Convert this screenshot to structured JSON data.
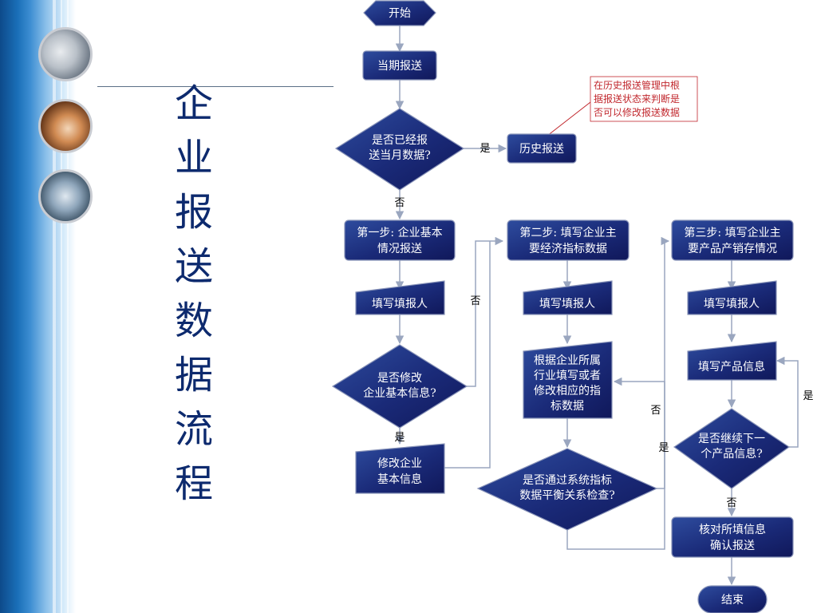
{
  "title_chars": [
    "企",
    "业",
    "报",
    "送",
    "数",
    "据",
    "流",
    "程"
  ],
  "nodes": {
    "start": "开始",
    "current_report": "当期报送",
    "decision_reported": [
      "是否已经报",
      "送当月数据?"
    ],
    "history": "历史报送",
    "comment": [
      "在历史报送管理中根",
      "据报送状态来判断是",
      "否可以修改报送数据"
    ],
    "step1": [
      "第一步: 企业基本",
      "情况报送"
    ],
    "step2": [
      "第二步: 填写企业主",
      "要经济指标数据"
    ],
    "step3": [
      "第三步: 填写企业主",
      "要产品产销存情况"
    ],
    "fill_reporter_1": "填写填报人",
    "fill_reporter_2": "填写填报人",
    "fill_reporter_3": "填写填报人",
    "decision_modify": [
      "是否修改",
      "企业基本信息?"
    ],
    "modify_info": [
      "修改企业",
      "基本信息"
    ],
    "industry_fill": [
      "根据企业所属",
      "行业填写或者",
      "修改相应的指",
      "标数据"
    ],
    "decision_check": [
      "是否通过系统指标",
      "数据平衡关系检查?"
    ],
    "fill_product": "填写产品信息",
    "decision_next": [
      "是否继续下一",
      "个产品信息?"
    ],
    "verify": [
      "核对所填信息",
      "确认报送"
    ],
    "end": "结束"
  },
  "labels": {
    "yes_history": "是",
    "no_step1": "否",
    "no_modify": "否",
    "yes_modify": "是",
    "no_check": "否",
    "yes_check": "是",
    "yes_next": "是",
    "no_next": "否"
  },
  "colors": {
    "node_fill_dark": "#141f66",
    "node_fill_light": "#2e4c9e",
    "connector": "#9aa6bf",
    "comment_text": "#c1272d",
    "title_text": "#0d2a6e"
  }
}
